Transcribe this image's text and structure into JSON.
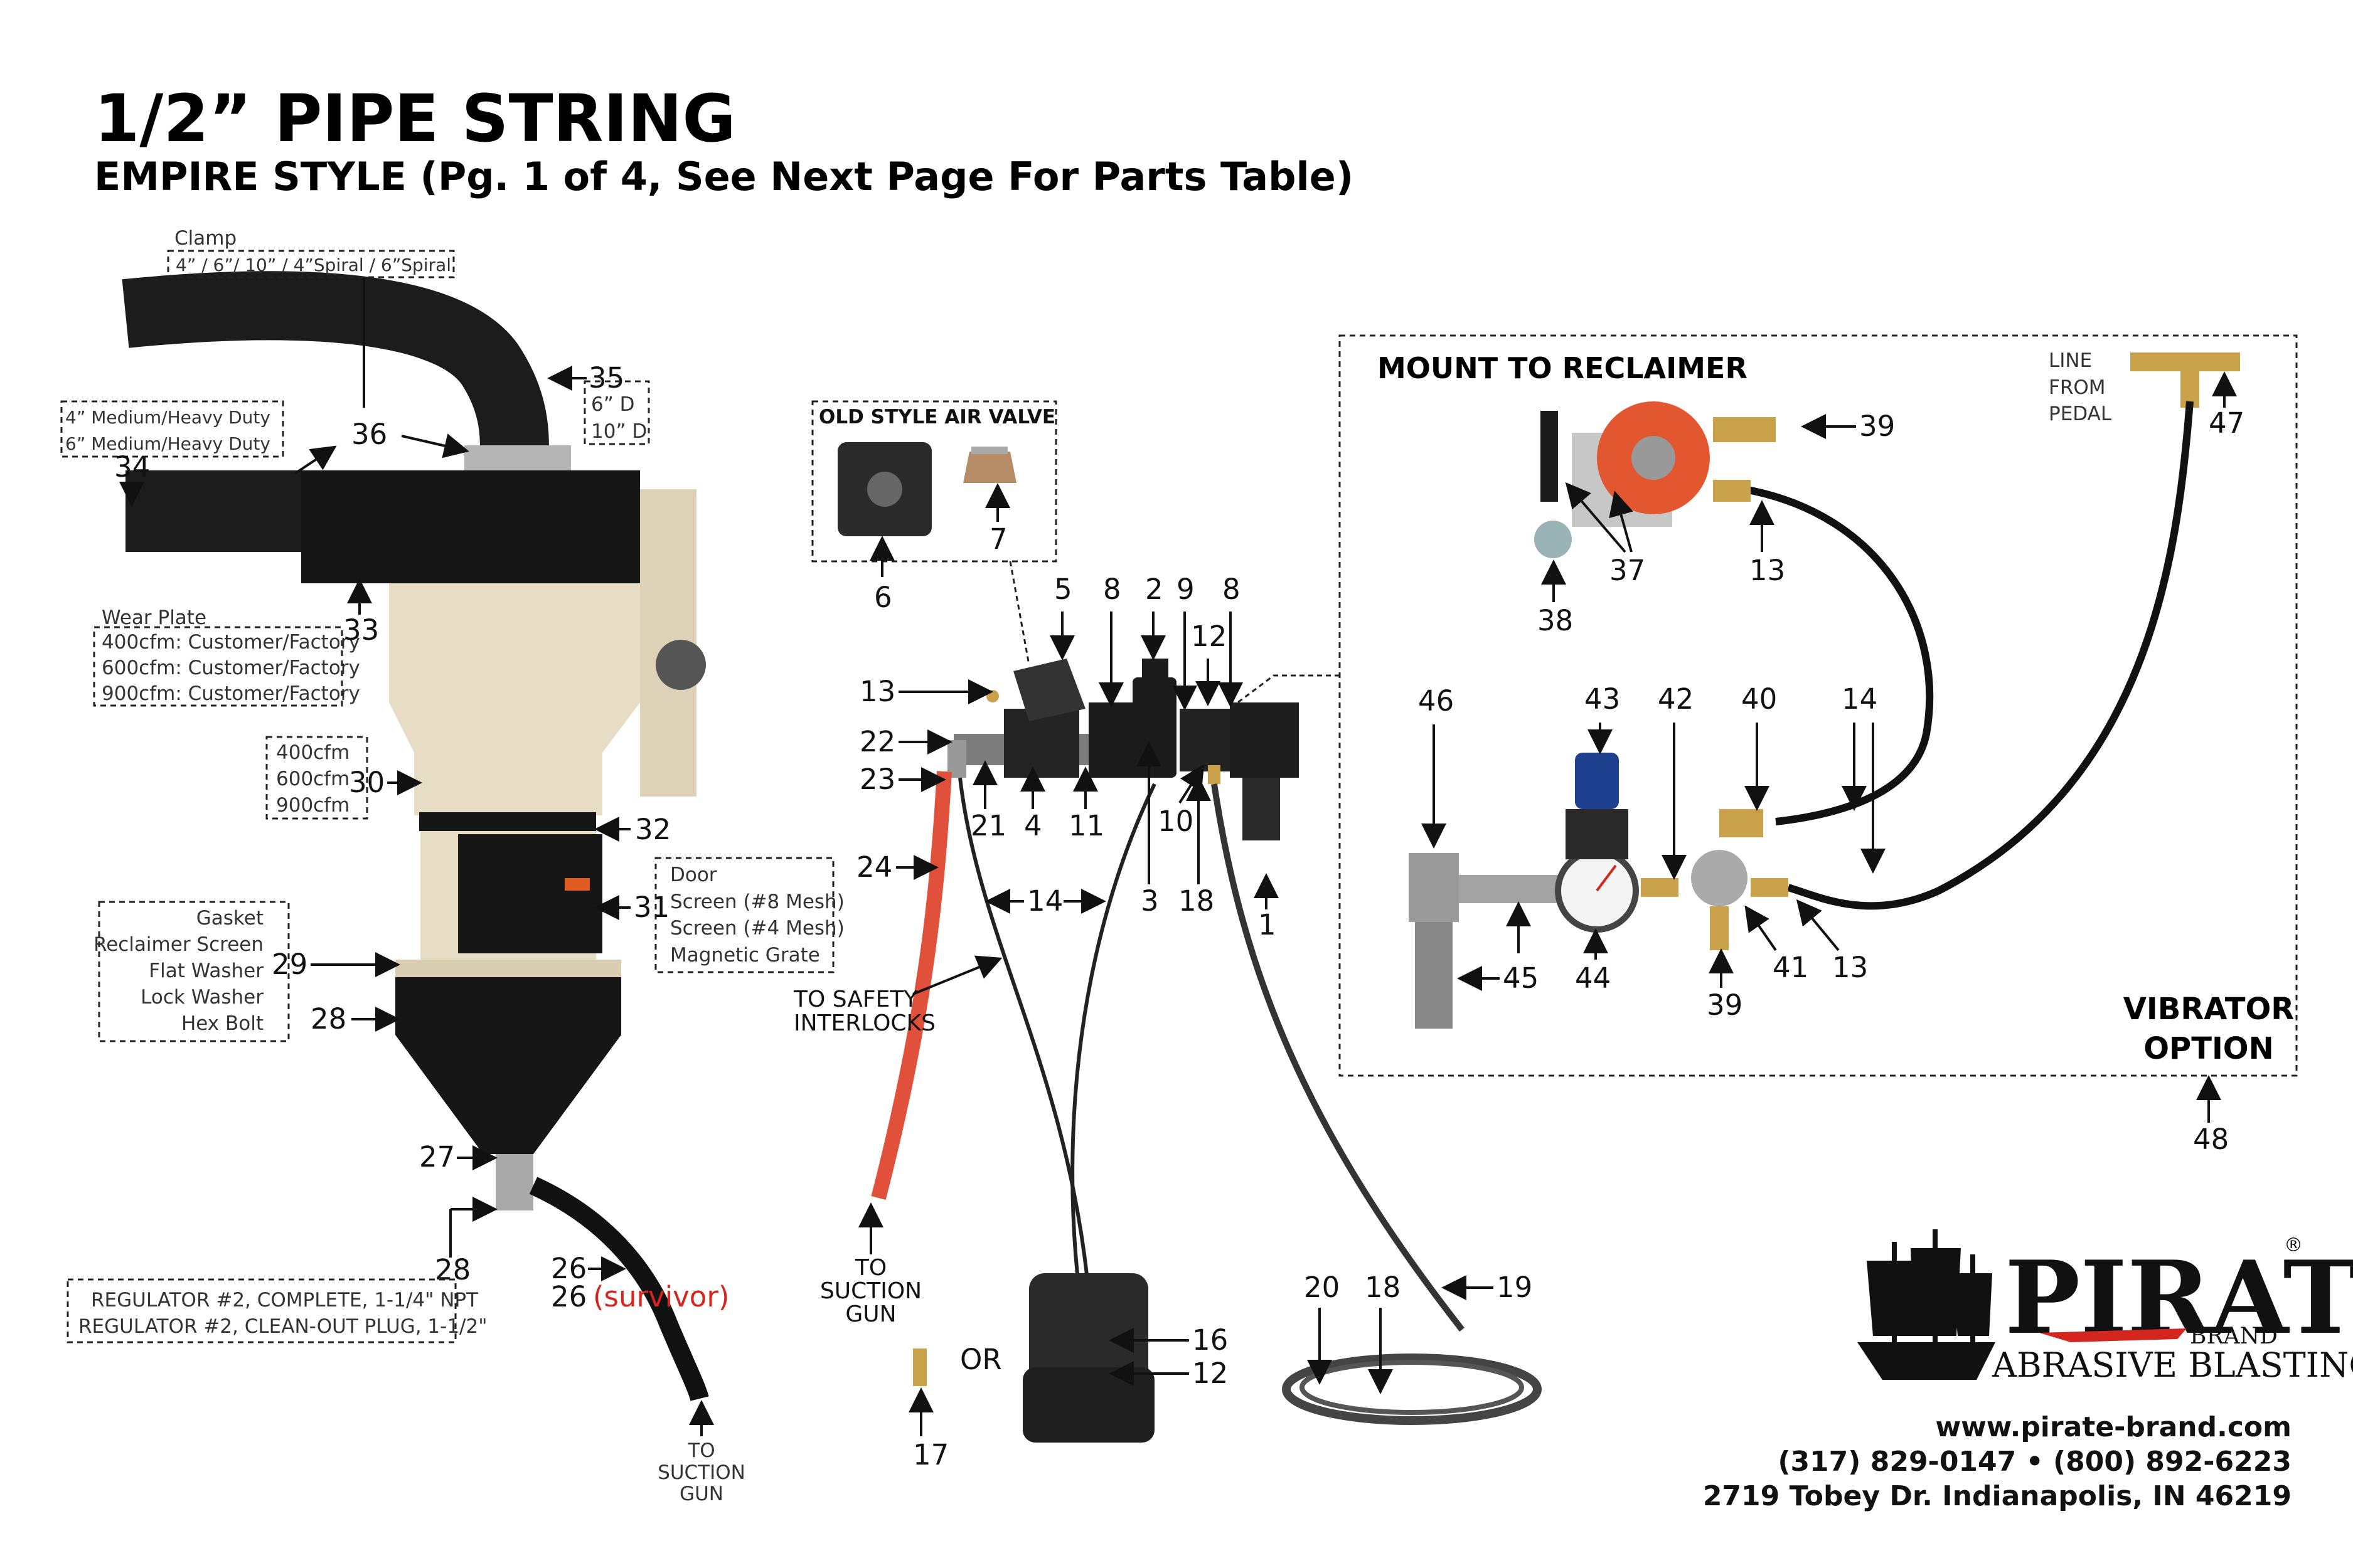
{
  "title": "1/2” PIPE STRING",
  "subtitle": "EMPIRE STYLE (Pg. 1 of 4, See Next Page For Parts Table)",
  "callouts": {
    "clamp_title": "Clamp",
    "clamp_sizes": "4” / 6”/ 10” / 4”Spiral / 6”Spiral",
    "hose_4": "4” Medium/Heavy Duty",
    "hose_6": "6” Medium/Heavy Duty",
    "size_6d": "6” D",
    "size_10d": "10” D",
    "wear_plate_title": "Wear Plate",
    "wear_400": "400cfm: Customer/Factory",
    "wear_600": "600cfm: Customer/Factory",
    "wear_900": "900cfm: Customer/Factory",
    "cfm_400": "400cfm",
    "cfm_600": "600cfm",
    "cfm_900": "900cfm",
    "door": "Door",
    "screen_8": "Screen (#8 Mesh)",
    "screen_4": "Screen (#4 Mesh)",
    "magnetic_grate": "Magnetic Grate",
    "gasket": "Gasket",
    "reclaimer_screen": "Reclaimer Screen",
    "flat_washer": "Flat Washer",
    "lock_washer": "Lock Washer",
    "hex_bolt": "Hex Bolt",
    "regulator_complete": "REGULATOR #2, COMPLETE, 1-1/4\" NPT",
    "regulator_plug": "REGULATOR #2, CLEAN-OUT PLUG, 1-1/2\"",
    "survivor": "(survivor)",
    "old_style_air_valve": "OLD STYLE AIR VALVE",
    "mount_to_reclaimer": "MOUNT TO RECLAIMER",
    "line_from_pedal_1": "LINE",
    "line_from_pedal_2": "FROM",
    "line_from_pedal_3": "PEDAL",
    "vibrator_1": "VIBRATOR",
    "vibrator_2": "OPTION",
    "to_safety_1": "TO SAFETY",
    "to_safety_2": "INTERLOCKS",
    "to_suction_a": "TO",
    "to_suction_b": "SUCTION",
    "to_suction_c": "GUN",
    "or": "OR"
  },
  "numbers": {
    "n1": "1",
    "n2": "2",
    "n3": "3",
    "n4": "4",
    "n5": "5",
    "n6": "6",
    "n7": "7",
    "n8a": "8",
    "n8b": "8",
    "n9": "9",
    "n10": "10",
    "n11": "11",
    "n12a": "12",
    "n12b": "12",
    "n13a": "13",
    "n13b": "13",
    "n13c": "13",
    "n14a": "14",
    "n14b": "14",
    "n16": "16",
    "n17": "17",
    "n18a": "18",
    "n18b": "18",
    "n19": "19",
    "n20": "20",
    "n21": "21",
    "n22": "22",
    "n23": "23",
    "n24": "24",
    "n26a": "26",
    "n26b": "26",
    "n27": "27",
    "n28a": "28",
    "n28b": "28",
    "n29": "29",
    "n30": "30",
    "n31": "31",
    "n32": "32",
    "n33": "33",
    "n34": "34",
    "n35": "35",
    "n36": "36",
    "n37": "37",
    "n38": "38",
    "n39a": "39",
    "n39b": "39",
    "n40": "40",
    "n41": "41",
    "n42": "42",
    "n43": "43",
    "n44": "44",
    "n45": "45",
    "n46": "46",
    "n47": "47",
    "n48": "48"
  },
  "brand": {
    "name": "PIRATE",
    "reg": "®",
    "brand_word": "BRAND",
    "tagline": "ABRASIVE BLASTING",
    "website": "www.pirate-brand.com",
    "phone": "(317) 829-0147 • (800) 892-6223",
    "address": "2719 Tobey Dr. Indianapolis, IN 46219"
  },
  "colors": {
    "reclaimer_body": "#e7dcc4",
    "black_part": "#161616",
    "red_hose": "#e0503a",
    "brass": "#c9a14a",
    "gauge_blue": "#1f3f8f",
    "survivor_red": "#d2261f"
  }
}
